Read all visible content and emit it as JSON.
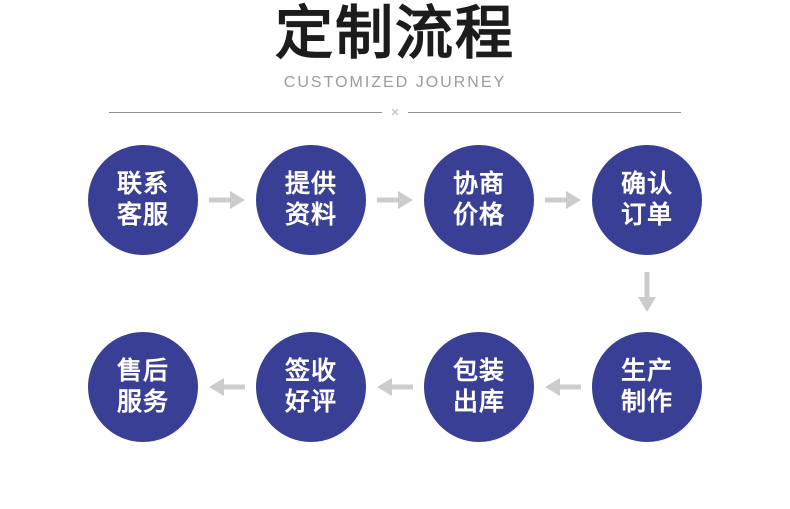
{
  "header": {
    "title": "定制流程",
    "subtitle": "CUSTOMIZED JOURNEY",
    "divider_mark": "×"
  },
  "colors": {
    "circle_bg": "#3a3f96",
    "circle_text": "#ffffff",
    "arrow_color": "#cccccc",
    "title_color": "#1c1c1c",
    "subtitle_color": "#9b9b9b"
  },
  "flow": {
    "row1": [
      {
        "label": "联系\n客服"
      },
      {
        "label": "提供\n资料"
      },
      {
        "label": "协商\n价格"
      },
      {
        "label": "确认\n订单"
      }
    ],
    "row2": [
      {
        "label": "售后\n服务"
      },
      {
        "label": "签收\n好评"
      },
      {
        "label": "包装\n出库"
      },
      {
        "label": "生产\n制作"
      }
    ]
  }
}
